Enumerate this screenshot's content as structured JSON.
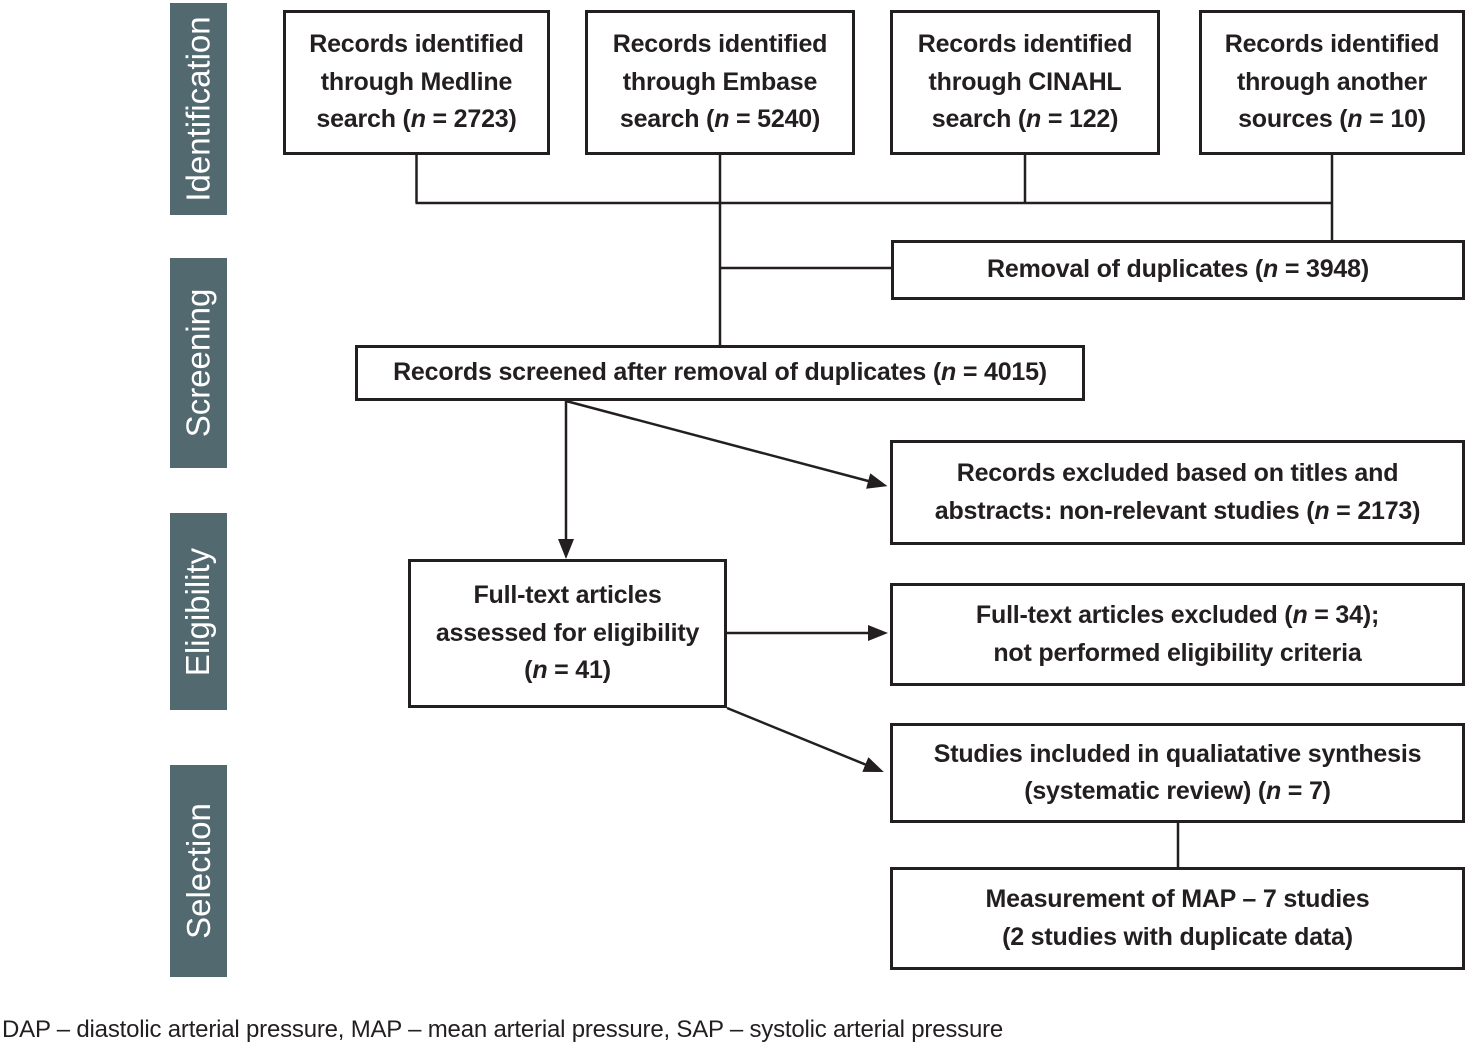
{
  "palette": {
    "band_bg": "#536970",
    "band_text": "#ffffff",
    "line": "#231f20",
    "box_bg": "#ffffff",
    "box_border": "#231f20",
    "text": "#231f20"
  },
  "sidebar": {
    "items": [
      {
        "label": "Identification"
      },
      {
        "label": "Screening"
      },
      {
        "label": "Eligibility"
      },
      {
        "label": "Selection"
      }
    ]
  },
  "boxes": {
    "medline": {
      "label": "Records identified\nthrough Medline\nsearch (n = 2723)"
    },
    "embase": {
      "label": "Records identified\nthrough Embase\nsearch (n = 5240)"
    },
    "cinahl": {
      "label": "Records identified\nthrough CINAHL\nsearch (n = 122)"
    },
    "other": {
      "label": "Records identified\nthrough another\nsources (n = 10)"
    },
    "duplicates_removed": {
      "label": "Removal of duplicates (n = 3948)"
    },
    "screened": {
      "label": "Records screened after removal of duplicates (n = 4015)"
    },
    "excluded_titles": {
      "label": "Records excluded based on titles and\nabstracts: non-relevant studies (n = 2173)"
    },
    "fulltext_assessed": {
      "label": "Full-text articles\nassessed for eligibility\n(n = 41)"
    },
    "fulltext_excluded": {
      "label": "Full-text articles excluded (n = 34);\nnot performed eligibility criteria"
    },
    "qualitative_synthesis": {
      "label": "Studies included in qualiatative synthesis\n(systematic review) (n = 7)"
    },
    "map_measurement": {
      "label": "Measurement of MAP – 7 studies\n(2 studies with duplicate data)"
    }
  },
  "footnote": "DAP – diastolic arterial pressure, MAP – mean arterial pressure, SAP – systolic arterial pressure"
}
